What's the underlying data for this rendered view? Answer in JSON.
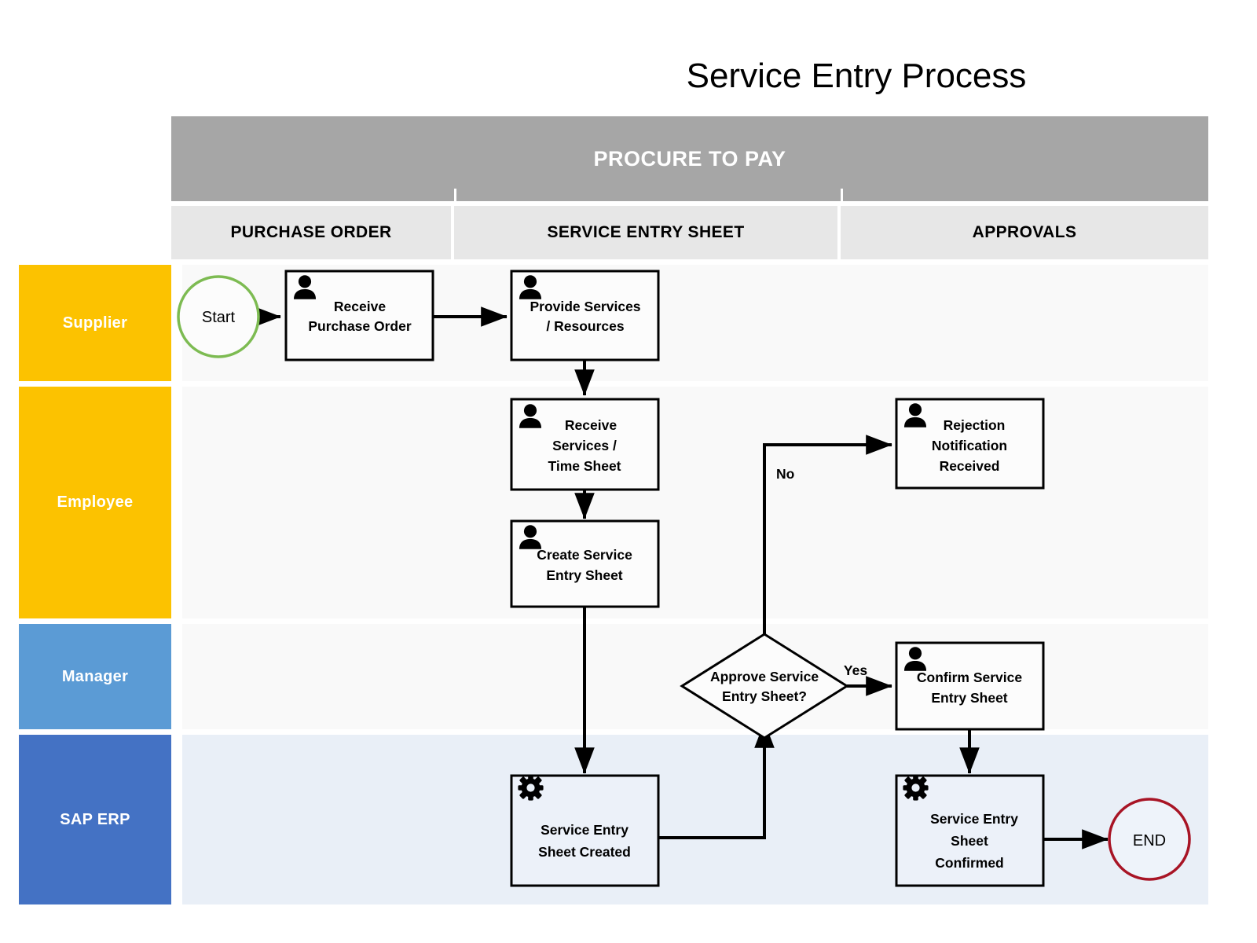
{
  "title": "Service Entry Process",
  "header": {
    "main_band": "PROCURE TO PAY",
    "phases": [
      {
        "label": "PURCHASE ORDER"
      },
      {
        "label": "SERVICE ENTRY SHEET"
      },
      {
        "label": "APPROVALS"
      }
    ]
  },
  "colors": {
    "band_main_bg": "#A6A6A6",
    "phase_bg": "#E7E7E7",
    "lane_supplier": "#FCC200",
    "lane_employee": "#FCC200",
    "lane_manager": "#5B9BD5",
    "lane_sap": "#4472C4",
    "lane_body_default": "#F9F9F9",
    "lane_body_sap": "#E9EFF7",
    "start_border": "#7DBB52",
    "end_border": "#A81425",
    "edge": "#000000"
  },
  "lanes": [
    {
      "id": "supplier",
      "label": "Supplier"
    },
    {
      "id": "employee",
      "label": "Employee"
    },
    {
      "id": "manager",
      "label": "Manager"
    },
    {
      "id": "sap",
      "label": "SAP ERP"
    }
  ],
  "nodes": {
    "start": {
      "label": "Start",
      "shape": "circle",
      "lane": "supplier"
    },
    "receive_po": {
      "line1": "Receive",
      "line2": "Purchase Order",
      "icon": "person-icon",
      "lane": "supplier"
    },
    "provide_services": {
      "line1": "Provide Services",
      "line2": "/ Resources",
      "icon": "person-icon",
      "lane": "supplier"
    },
    "receive_services": {
      "line1": "Receive",
      "line2": "Services /",
      "line3": "Time Sheet",
      "icon": "person-icon",
      "lane": "employee"
    },
    "create_ses": {
      "line1": "Create Service",
      "line2": "Entry Sheet",
      "icon": "person-icon",
      "lane": "employee"
    },
    "rejection": {
      "line1": "Rejection",
      "line2": "Notification",
      "line3": "Received",
      "icon": "person-icon",
      "lane": "employee"
    },
    "approve_decision": {
      "line1": "Approve Service",
      "line2": "Entry Sheet?",
      "shape": "diamond",
      "lane": "manager"
    },
    "confirm_ses": {
      "line1": "Confirm Service",
      "line2": "Entry Sheet",
      "icon": "person-icon",
      "lane": "manager"
    },
    "ses_created": {
      "line1": "Service Entry",
      "line2": "Sheet Created",
      "icon": "gear-icon",
      "lane": "sap"
    },
    "ses_confirmed": {
      "line1": "Service Entry",
      "line2": "Sheet",
      "line3": "Confirmed",
      "icon": "gear-icon",
      "lane": "sap"
    },
    "end": {
      "label": "END",
      "shape": "circle",
      "lane": "sap"
    }
  },
  "edge_labels": {
    "no": "No",
    "yes": "Yes"
  }
}
